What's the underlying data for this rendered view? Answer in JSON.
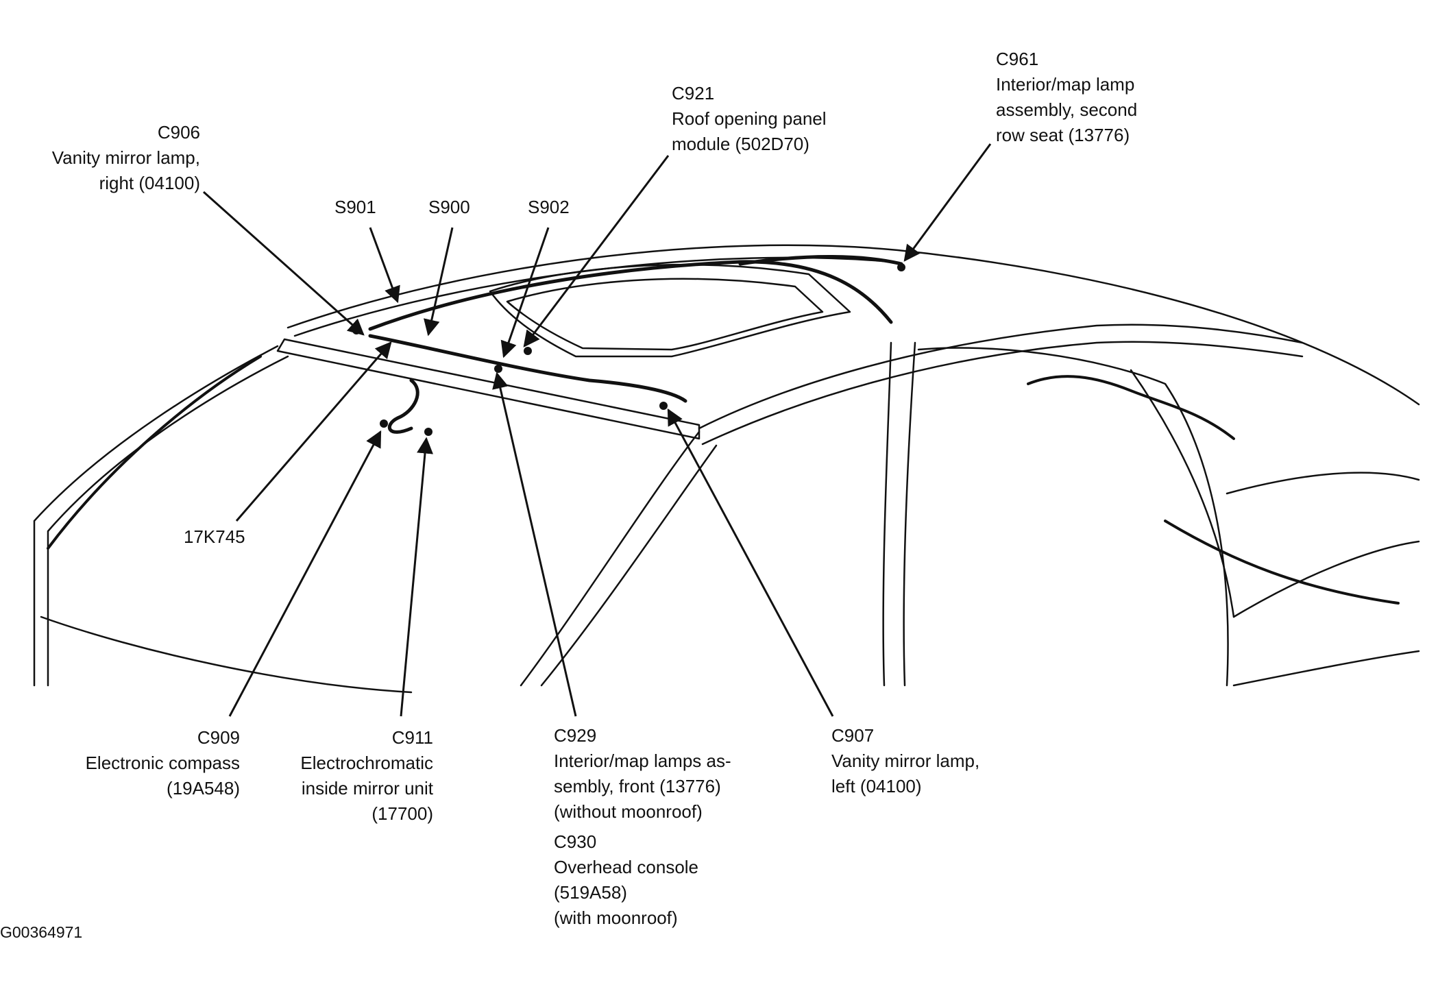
{
  "figure_id": "G00364971",
  "callouts": {
    "c906": {
      "code": "C906",
      "lines": [
        "Vanity mirror lamp,",
        "right (04100)"
      ]
    },
    "s901": {
      "code": "S901"
    },
    "s900": {
      "code": "S900"
    },
    "s902": {
      "code": "S902"
    },
    "c921": {
      "code": "C921",
      "lines": [
        "Roof opening panel",
        "module (502D70)"
      ]
    },
    "c961": {
      "code": "C961",
      "lines": [
        "Interior/map lamp",
        "assembly, second",
        "row seat (13776)"
      ]
    },
    "k745": {
      "code": "17K745"
    },
    "c909": {
      "code": "C909",
      "lines": [
        "Electronic compass",
        "(19A548)"
      ]
    },
    "c911": {
      "code": "C911",
      "lines": [
        "Electrochromatic",
        "inside mirror unit",
        "(17700)"
      ]
    },
    "c929": {
      "code": "C929",
      "lines": [
        "Interior/map lamps as-",
        "sembly, front (13776)",
        "(without moonroof)"
      ]
    },
    "c930": {
      "code": "C930",
      "lines": [
        "Overhead console",
        "(519A58)",
        "(with moonroof)"
      ]
    },
    "c907": {
      "code": "C907",
      "lines": [
        "Vanity mirror lamp,",
        "left (04100)"
      ]
    }
  }
}
